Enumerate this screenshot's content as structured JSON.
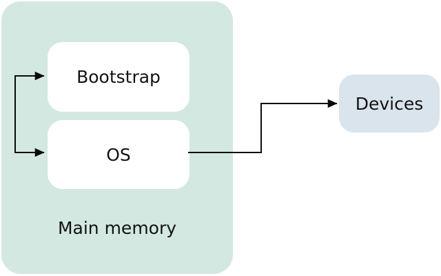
{
  "diagram": {
    "nodes": {
      "bootstrap": {
        "label": "Bootstrap"
      },
      "os": {
        "label": "OS"
      },
      "devices": {
        "label": "Devices"
      },
      "main_memory": {
        "label": "Main memory"
      }
    },
    "edges": [
      {
        "from": "left-bus",
        "to": "bootstrap"
      },
      {
        "from": "left-bus",
        "to": "os"
      },
      {
        "from": "os",
        "to": "devices"
      }
    ],
    "colors": {
      "main_memory_bg": "#d3e8e0",
      "devices_bg": "#d9e4ec",
      "node_bg": "#ffffff",
      "arrow": "#0a0a0a",
      "text": "#121212",
      "page_bg": "#ffffff"
    }
  }
}
